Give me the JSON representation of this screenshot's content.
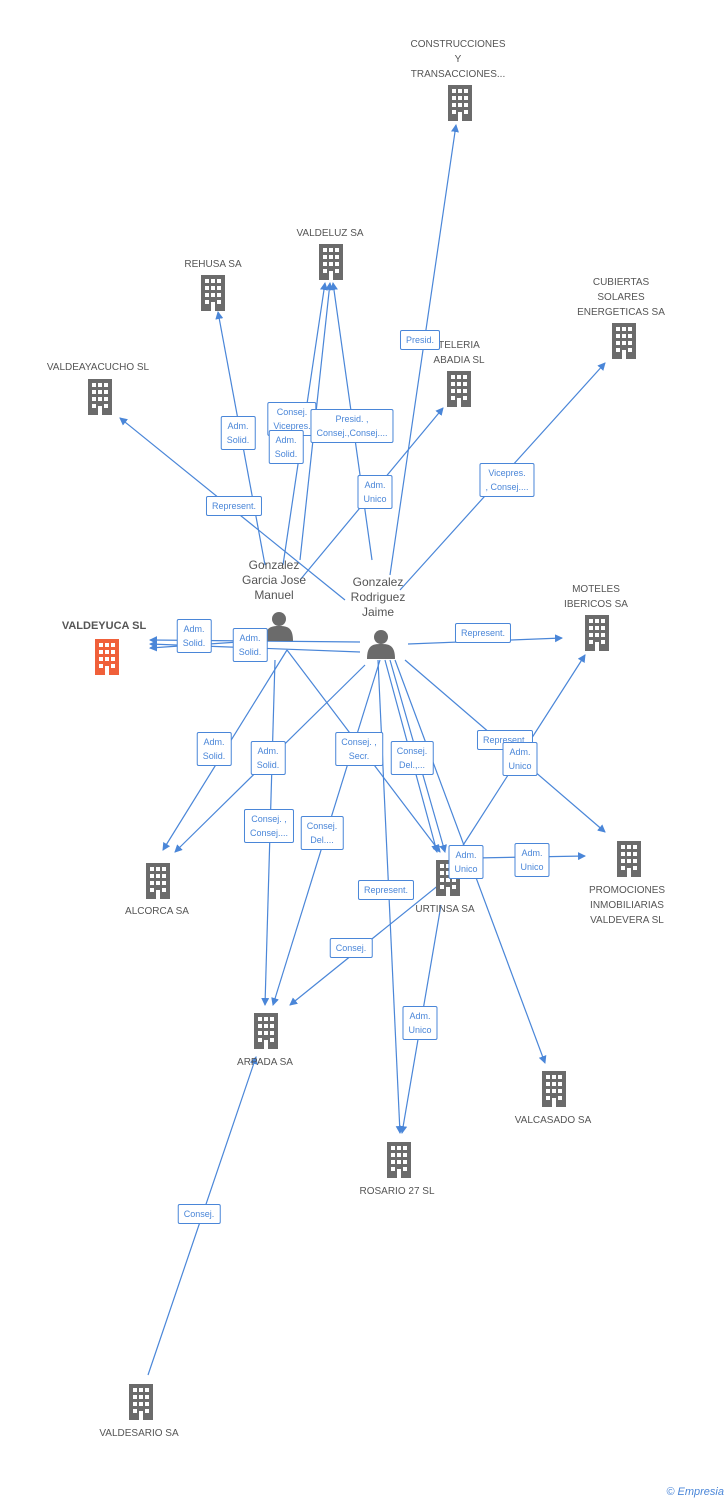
{
  "nodes": {
    "construcciones": {
      "lines": [
        "CONSTRUCCIONES",
        "Y",
        "TRANSACCIONES..."
      ],
      "type": "company"
    },
    "valdeluz": {
      "lines": [
        "VALDELUZ SA"
      ],
      "type": "company"
    },
    "rehusa": {
      "lines": [
        "REHUSA SA"
      ],
      "type": "company"
    },
    "cubiertas": {
      "lines": [
        "CUBIERTAS",
        "SOLARES",
        "ENERGETICAS SA"
      ],
      "type": "company"
    },
    "hosteleria": {
      "lines": [
        "TELERIA",
        "ABADIA SL"
      ],
      "type": "company"
    },
    "valdeayacucho": {
      "lines": [
        "VALDEAYACUCHO SL"
      ],
      "type": "company"
    },
    "valdeyuca": {
      "lines": [
        "VALDEYUCA SL"
      ],
      "type": "main"
    },
    "moteles": {
      "lines": [
        "MOTELES",
        "IBERICOS SA"
      ],
      "type": "company"
    },
    "promociones": {
      "lines": [
        "PROMOCIONES",
        "INMOBILIARIAS",
        "VALDEVERA SL"
      ],
      "type": "company"
    },
    "alcorca": {
      "lines": [
        "ALCORCA SA"
      ],
      "type": "company"
    },
    "urtinsa": {
      "lines": [
        "URTINSA SA"
      ],
      "type": "company"
    },
    "arpada": {
      "lines": [
        "ARPADA SA"
      ],
      "type": "company"
    },
    "valcasado": {
      "lines": [
        "VALCASADO SA"
      ],
      "type": "company"
    },
    "rosario": {
      "lines": [
        "ROSARIO 27 SL"
      ],
      "type": "company"
    },
    "valdesario": {
      "lines": [
        "VALDESARIO SA"
      ],
      "type": "company"
    },
    "gonzalez_garcia": {
      "lines": [
        "Gonzalez",
        "Garcia Jose",
        "Manuel"
      ],
      "type": "person"
    },
    "gonzalez_rodriguez": {
      "lines": [
        "Gonzalez",
        "Rodriguez",
        "Jaime"
      ],
      "type": "person"
    }
  },
  "edge_labels": [
    {
      "id": "e1",
      "lines": [
        "Presid."
      ]
    },
    {
      "id": "e2",
      "lines": [
        "Adm.",
        "Solid."
      ]
    },
    {
      "id": "e3",
      "lines": [
        "Consej.",
        "Vicepres."
      ]
    },
    {
      "id": "e4",
      "lines": [
        "Adm.",
        "Solid."
      ]
    },
    {
      "id": "e5",
      "lines": [
        "Presid. ,",
        "Consej.,Consej...."
      ]
    },
    {
      "id": "e6",
      "lines": [
        "Adm.",
        "Unico"
      ]
    },
    {
      "id": "e7",
      "lines": [
        "Vicepres.",
        ", Consej...."
      ]
    },
    {
      "id": "e8",
      "lines": [
        "Represent."
      ]
    },
    {
      "id": "e9",
      "lines": [
        "Adm.",
        "Solid."
      ]
    },
    {
      "id": "e10",
      "lines": [
        "Adm.",
        "Solid."
      ]
    },
    {
      "id": "e11",
      "lines": [
        "Represent."
      ]
    },
    {
      "id": "e12",
      "lines": [
        "Adm.",
        "Solid."
      ]
    },
    {
      "id": "e13",
      "lines": [
        "Adm.",
        "Solid."
      ]
    },
    {
      "id": "e14",
      "lines": [
        "Consej. ,",
        "Secr."
      ]
    },
    {
      "id": "e15",
      "lines": [
        "Consej.",
        "Del.,..."
      ]
    },
    {
      "id": "e16",
      "lines": [
        "Represent."
      ]
    },
    {
      "id": "e17",
      "lines": [
        "Adm.",
        "Unico"
      ]
    },
    {
      "id": "e18",
      "lines": [
        "Consej. ,",
        "Consej...."
      ]
    },
    {
      "id": "e19",
      "lines": [
        "Consej.",
        "Del...."
      ]
    },
    {
      "id": "e20",
      "lines": [
        "Adm.",
        "Unico"
      ]
    },
    {
      "id": "e21",
      "lines": [
        "Adm.",
        "Unico"
      ]
    },
    {
      "id": "e22",
      "lines": [
        "Represent."
      ]
    },
    {
      "id": "e23",
      "lines": [
        "Consej."
      ]
    },
    {
      "id": "e24",
      "lines": [
        "Adm.",
        "Unico"
      ]
    },
    {
      "id": "e25",
      "lines": [
        "Consej."
      ]
    }
  ],
  "colors": {
    "edge": "#4a86d8",
    "company": "#6b6b6b",
    "main": "#f0603a",
    "person": "#6b6b6b",
    "text": "#555555"
  },
  "icons": {
    "company": "building-icon",
    "person": "person-icon"
  },
  "footer": {
    "copyright": "©",
    "brand": "Empresia"
  }
}
